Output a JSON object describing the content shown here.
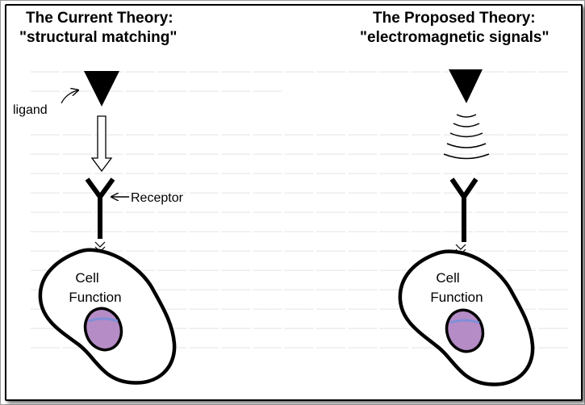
{
  "left_panel": {
    "title_line1": "The Current Theory:",
    "title_line2": "\"structural matching\"",
    "ligand_label": "ligand",
    "receptor_label": "Receptor",
    "cell_line1": "Cell",
    "cell_line2": "Function"
  },
  "right_panel": {
    "title_line1": "The Proposed Theory:",
    "title_line2": "\"electromagnetic signals\"",
    "cell_line1": "Cell",
    "cell_line2": "Function"
  },
  "colors": {
    "nucleus_fill": "#b58cc6",
    "nucleus_band": "#7f8fd8",
    "outline": "#000000",
    "background_text": "#dcdcdc"
  }
}
